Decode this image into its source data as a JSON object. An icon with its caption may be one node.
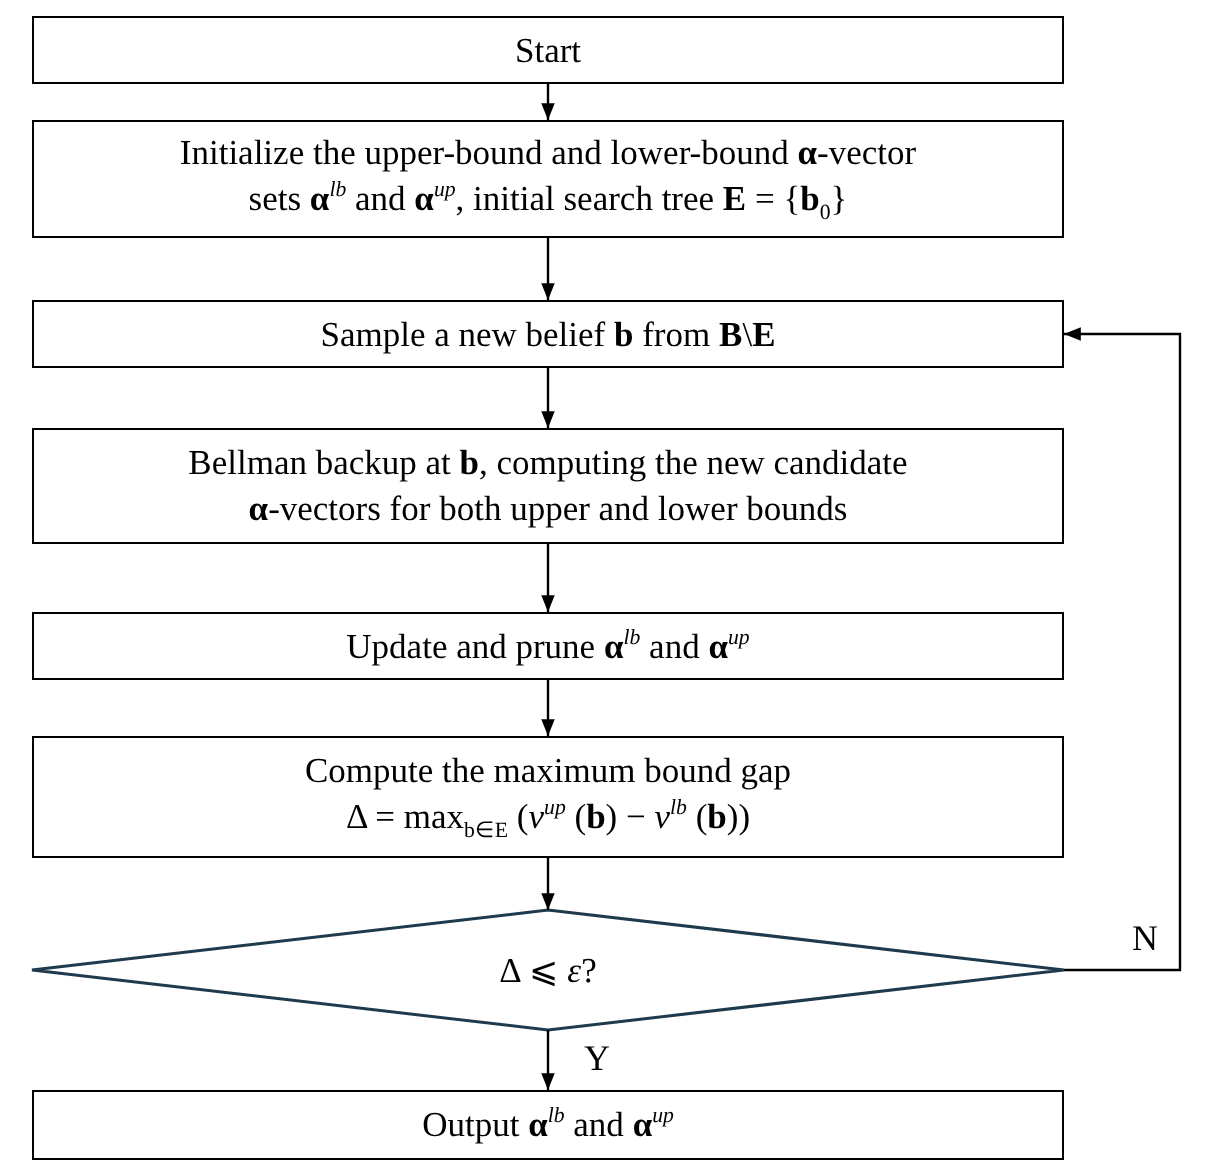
{
  "diagram": {
    "nodes": [
      {
        "text": [
          "Start"
        ]
      },
      {
        "text": [
          "Initialize the upper-bound and lower-bound **α**-vector sets **α**$^{lb}$ and **α**$^{up}$, initial search tree **E** = {**b**$_{0}$}"
        ]
      },
      {
        "text": [
          "Sample a new belief **b** from **B**\\**E**"
        ]
      },
      {
        "text": [
          "Bellman backup at **b**, computing the new candidate **α**-vectors for both upper and lower bounds"
        ]
      },
      {
        "text": [
          "Update and prune **α**$^{lb}$ and **α**$^{up}$"
        ]
      },
      {
        "text": [
          "Compute the maximum bound gap",
          "Δ = max$_{b∈E}$ (*v*$^{up}$ (**b**) − *v*$^{lb}$ (**b**))"
        ]
      },
      {
        "text": [
          "Δ ⩽ *ε*?"
        ]
      },
      {
        "text": [
          "Output **α**$^{lb}$ and **α**$^{up}$"
        ]
      }
    ],
    "edges": [
      {
        "from": 0,
        "to": 1,
        "arrow": "to"
      },
      {
        "from": 1,
        "to": 2,
        "arrow": "to"
      },
      {
        "from": 2,
        "to": 3,
        "arrow": "to"
      },
      {
        "from": 3,
        "to": 4,
        "arrow": "to"
      },
      {
        "from": 4,
        "to": 5,
        "arrow": "to"
      },
      {
        "from": 5,
        "to": 6,
        "arrow": "to"
      },
      {
        "from": 6,
        "to": 7,
        "arrow": "to",
        "label": "Y"
      },
      {
        "from": 6,
        "to": 2,
        "arrow": "to",
        "label": "N"
      }
    ]
  }
}
